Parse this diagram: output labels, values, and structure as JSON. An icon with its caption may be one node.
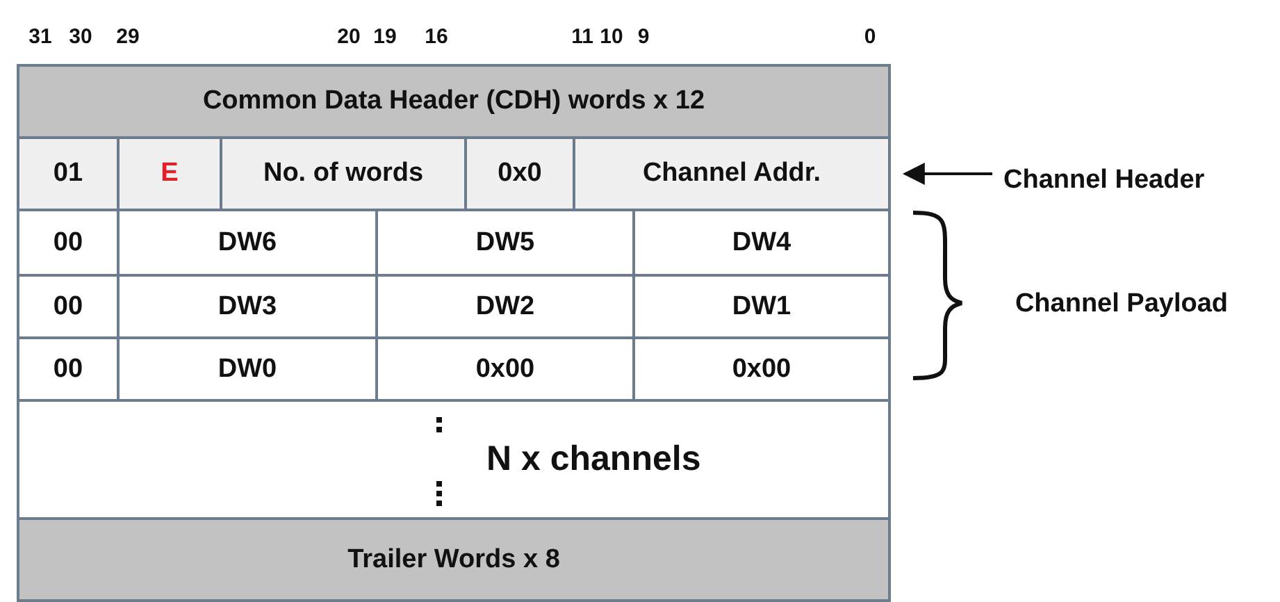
{
  "diagram": {
    "nodes": [
      {
        "text": [
          "Common Data Header (CDH) words x 12"
        ]
      },
      {
        "text": [
          "01"
        ]
      },
      {
        "text": [
          "E"
        ]
      },
      {
        "text": [
          "No. of words"
        ]
      },
      {
        "text": [
          "0x0"
        ]
      },
      {
        "text": [
          "Channel Addr."
        ]
      },
      {
        "text": [
          "00"
        ]
      },
      {
        "text": [
          "DW6"
        ]
      },
      {
        "text": [
          "DW5"
        ]
      },
      {
        "text": [
          "DW4"
        ]
      },
      {
        "text": [
          "00"
        ]
      },
      {
        "text": [
          "DW3"
        ]
      },
      {
        "text": [
          "DW2"
        ]
      },
      {
        "text": [
          "DW1"
        ]
      },
      {
        "text": [
          "00"
        ]
      },
      {
        "text": [
          "DW0"
        ]
      },
      {
        "text": [
          "0x00"
        ]
      },
      {
        "text": [
          "0x00"
        ]
      },
      {
        "text": [
          "N x channels"
        ]
      },
      {
        "text": [
          "Trailer Words x 8"
        ]
      },
      {
        "text": [
          "Channel Header"
        ]
      }
    ],
    "edges": [
      {
        "from": 20,
        "to": 5,
        "arrow": "to"
      }
    ],
    "labels": [
      "31",
      "30",
      "29",
      "20",
      "19",
      "16",
      "11",
      "10",
      "9",
      "0",
      "Channel Payload"
    ]
  }
}
